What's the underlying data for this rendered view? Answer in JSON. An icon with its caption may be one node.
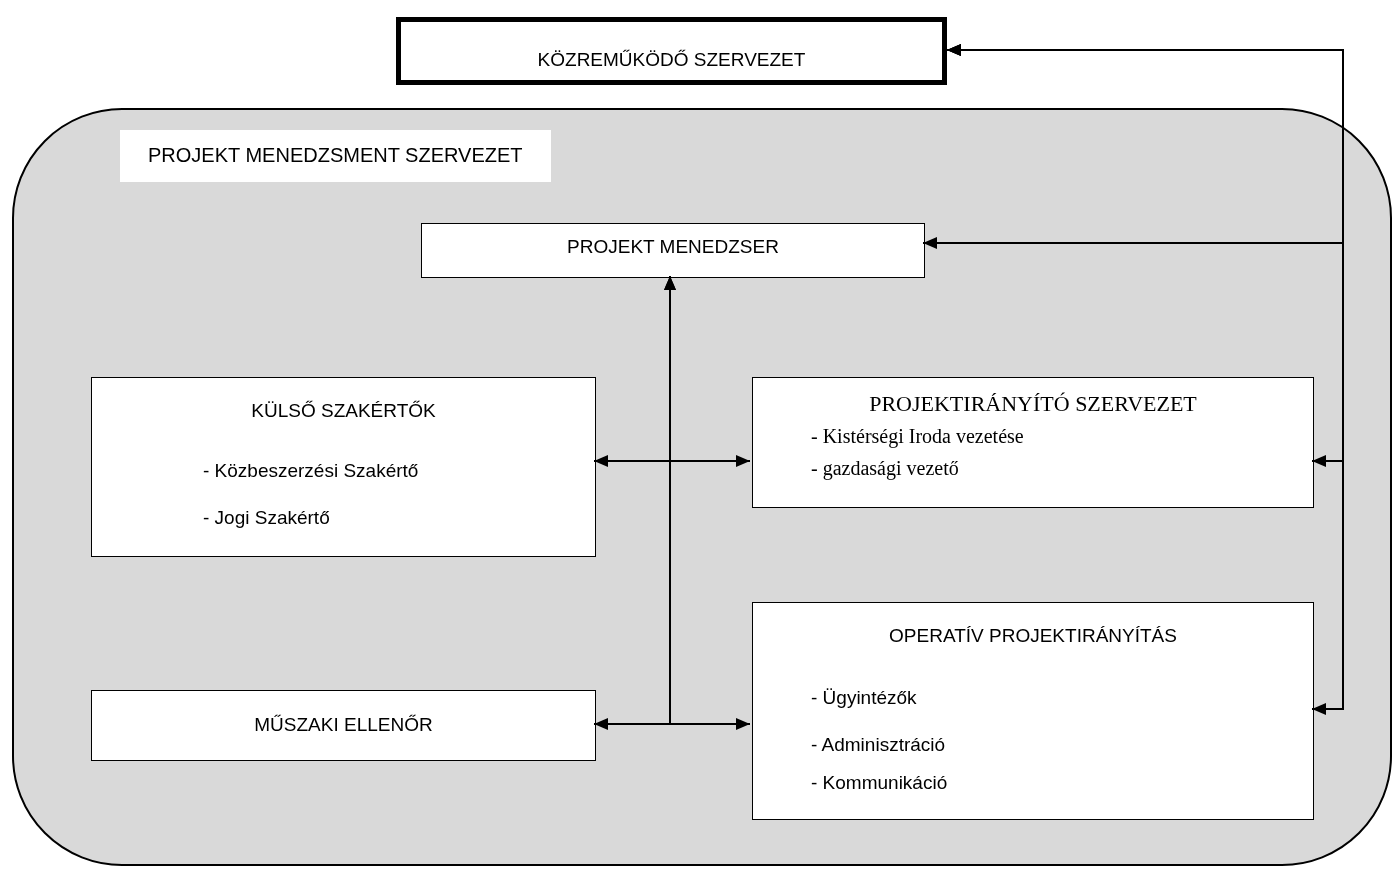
{
  "diagram": {
    "nodes": [
      {
        "text": [
          "KÖZREMŰKÖDŐ SZERVEZET"
        ]
      },
      {
        "text": [
          "PROJEKT MENEDZSMENT SZERVEZET"
        ]
      },
      {
        "text": [
          "PROJEKT MENEDZSER"
        ],
        "in": 1
      },
      {
        "text": [
          "KÜLSŐ SZAKÉRTŐK",
          "- Közbeszerzési Szakértő",
          "- Jogi Szakértő"
        ],
        "in": 1
      },
      {
        "text": [
          "PROJEKTIRÁNYÍTÓ SZERVEZET",
          "- Kistérségi Iroda vezetése",
          "- gazdasági vezető"
        ],
        "in": 1
      },
      {
        "text": [
          "MŰSZAKI ELLENŐR"
        ],
        "in": 1
      },
      {
        "text": [
          "OPERATÍV PROJEKTIRÁNYÍTÁS",
          "- Ügyintézők",
          "- Adminisztráció",
          "- Kommunikáció"
        ],
        "in": 1
      }
    ],
    "edges": [
      {
        "from": 0,
        "to": 2,
        "arrow": "both"
      },
      {
        "from": 0,
        "to": 4,
        "arrow": "both"
      },
      {
        "from": 0,
        "to": 6,
        "arrow": "both"
      },
      {
        "from": 3,
        "to": 4,
        "arrow": "both"
      },
      {
        "from": 5,
        "to": 6,
        "arrow": "both"
      },
      {
        "from": 5,
        "to": 2,
        "arrow": "to"
      },
      {
        "from": 6,
        "to": 2,
        "arrow": "to"
      }
    ]
  }
}
